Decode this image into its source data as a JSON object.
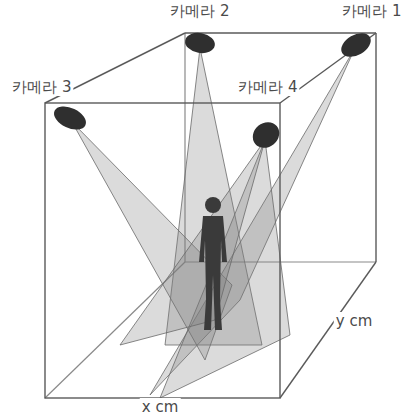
{
  "diagram": {
    "labels": [
      "카메라 2",
      "카메라 1",
      "카메라 3",
      "카메라 4",
      "x cm",
      "y cm"
    ]
  }
}
